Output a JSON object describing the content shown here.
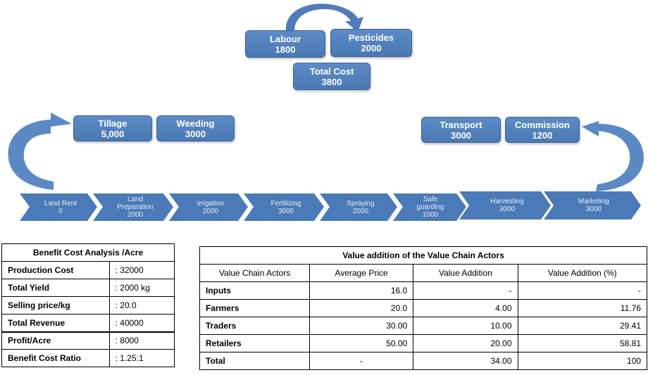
{
  "top_cluster": {
    "labour": {
      "label": "Labour",
      "value": "1800"
    },
    "pesticides": {
      "label": "Pesticides",
      "value": "2000"
    },
    "total_cost": {
      "label": "Total Cost",
      "value": "3800"
    }
  },
  "left_boxes": [
    {
      "label": "Tillage",
      "value": "5,000"
    },
    {
      "label": "Weeding",
      "value": "3000"
    }
  ],
  "right_boxes": [
    {
      "label": "Transport",
      "value": "3000"
    },
    {
      "label": "Commission",
      "value": "1200"
    }
  ],
  "chain": [
    {
      "lines": [
        "Land Rent",
        "0"
      ]
    },
    {
      "lines": [
        "Land",
        "Preparation",
        "2000"
      ]
    },
    {
      "lines": [
        "Irrigation",
        "2000"
      ]
    },
    {
      "lines": [
        "Fertilizing",
        "3000"
      ]
    },
    {
      "lines": [
        "Spraying",
        "2000"
      ]
    },
    {
      "lines": [
        "Safe",
        "guarding",
        "1000"
      ]
    },
    {
      "lines": [
        "Harvesting",
        "3000"
      ]
    },
    {
      "lines": [
        "Marketing",
        "3000"
      ]
    }
  ],
  "colors": {
    "box_fill": "#4f7dba",
    "chevron_fill": "#4a7ab7",
    "arrow_fill": "#5b89c4"
  },
  "benefit_cost": {
    "title": "Benefit Cost Analysis /Acre",
    "rows": [
      {
        "label": "Production Cost",
        "value": ": 32000"
      },
      {
        "label": "Total Yield",
        "value": ": 2000 kg"
      },
      {
        "label": "Selling price/kg",
        "value": ": 20.0"
      },
      {
        "label": "Total Revenue",
        "value": ": 40000"
      },
      {
        "label": "Profit/Acre",
        "value": ": 8000"
      },
      {
        "label": "Benefit Cost Ratio",
        "value": ": 1.25:1"
      }
    ]
  },
  "value_addition": {
    "title": "Value addition of the Value Chain Actors",
    "headers": [
      "Value Chain Actors",
      "Average Price",
      "Value Addition",
      "Value Addition (%)"
    ],
    "rows": [
      [
        "Inputs",
        "16.0",
        "-",
        "-"
      ],
      [
        "Farmers",
        "20.0",
        "4.00",
        "11.76"
      ],
      [
        "Traders",
        "30.00",
        "10.00",
        "29.41"
      ],
      [
        "Retailers",
        "50.00",
        "20.00",
        "58.81"
      ],
      [
        "Total",
        "-",
        "34.00",
        "100"
      ]
    ]
  }
}
